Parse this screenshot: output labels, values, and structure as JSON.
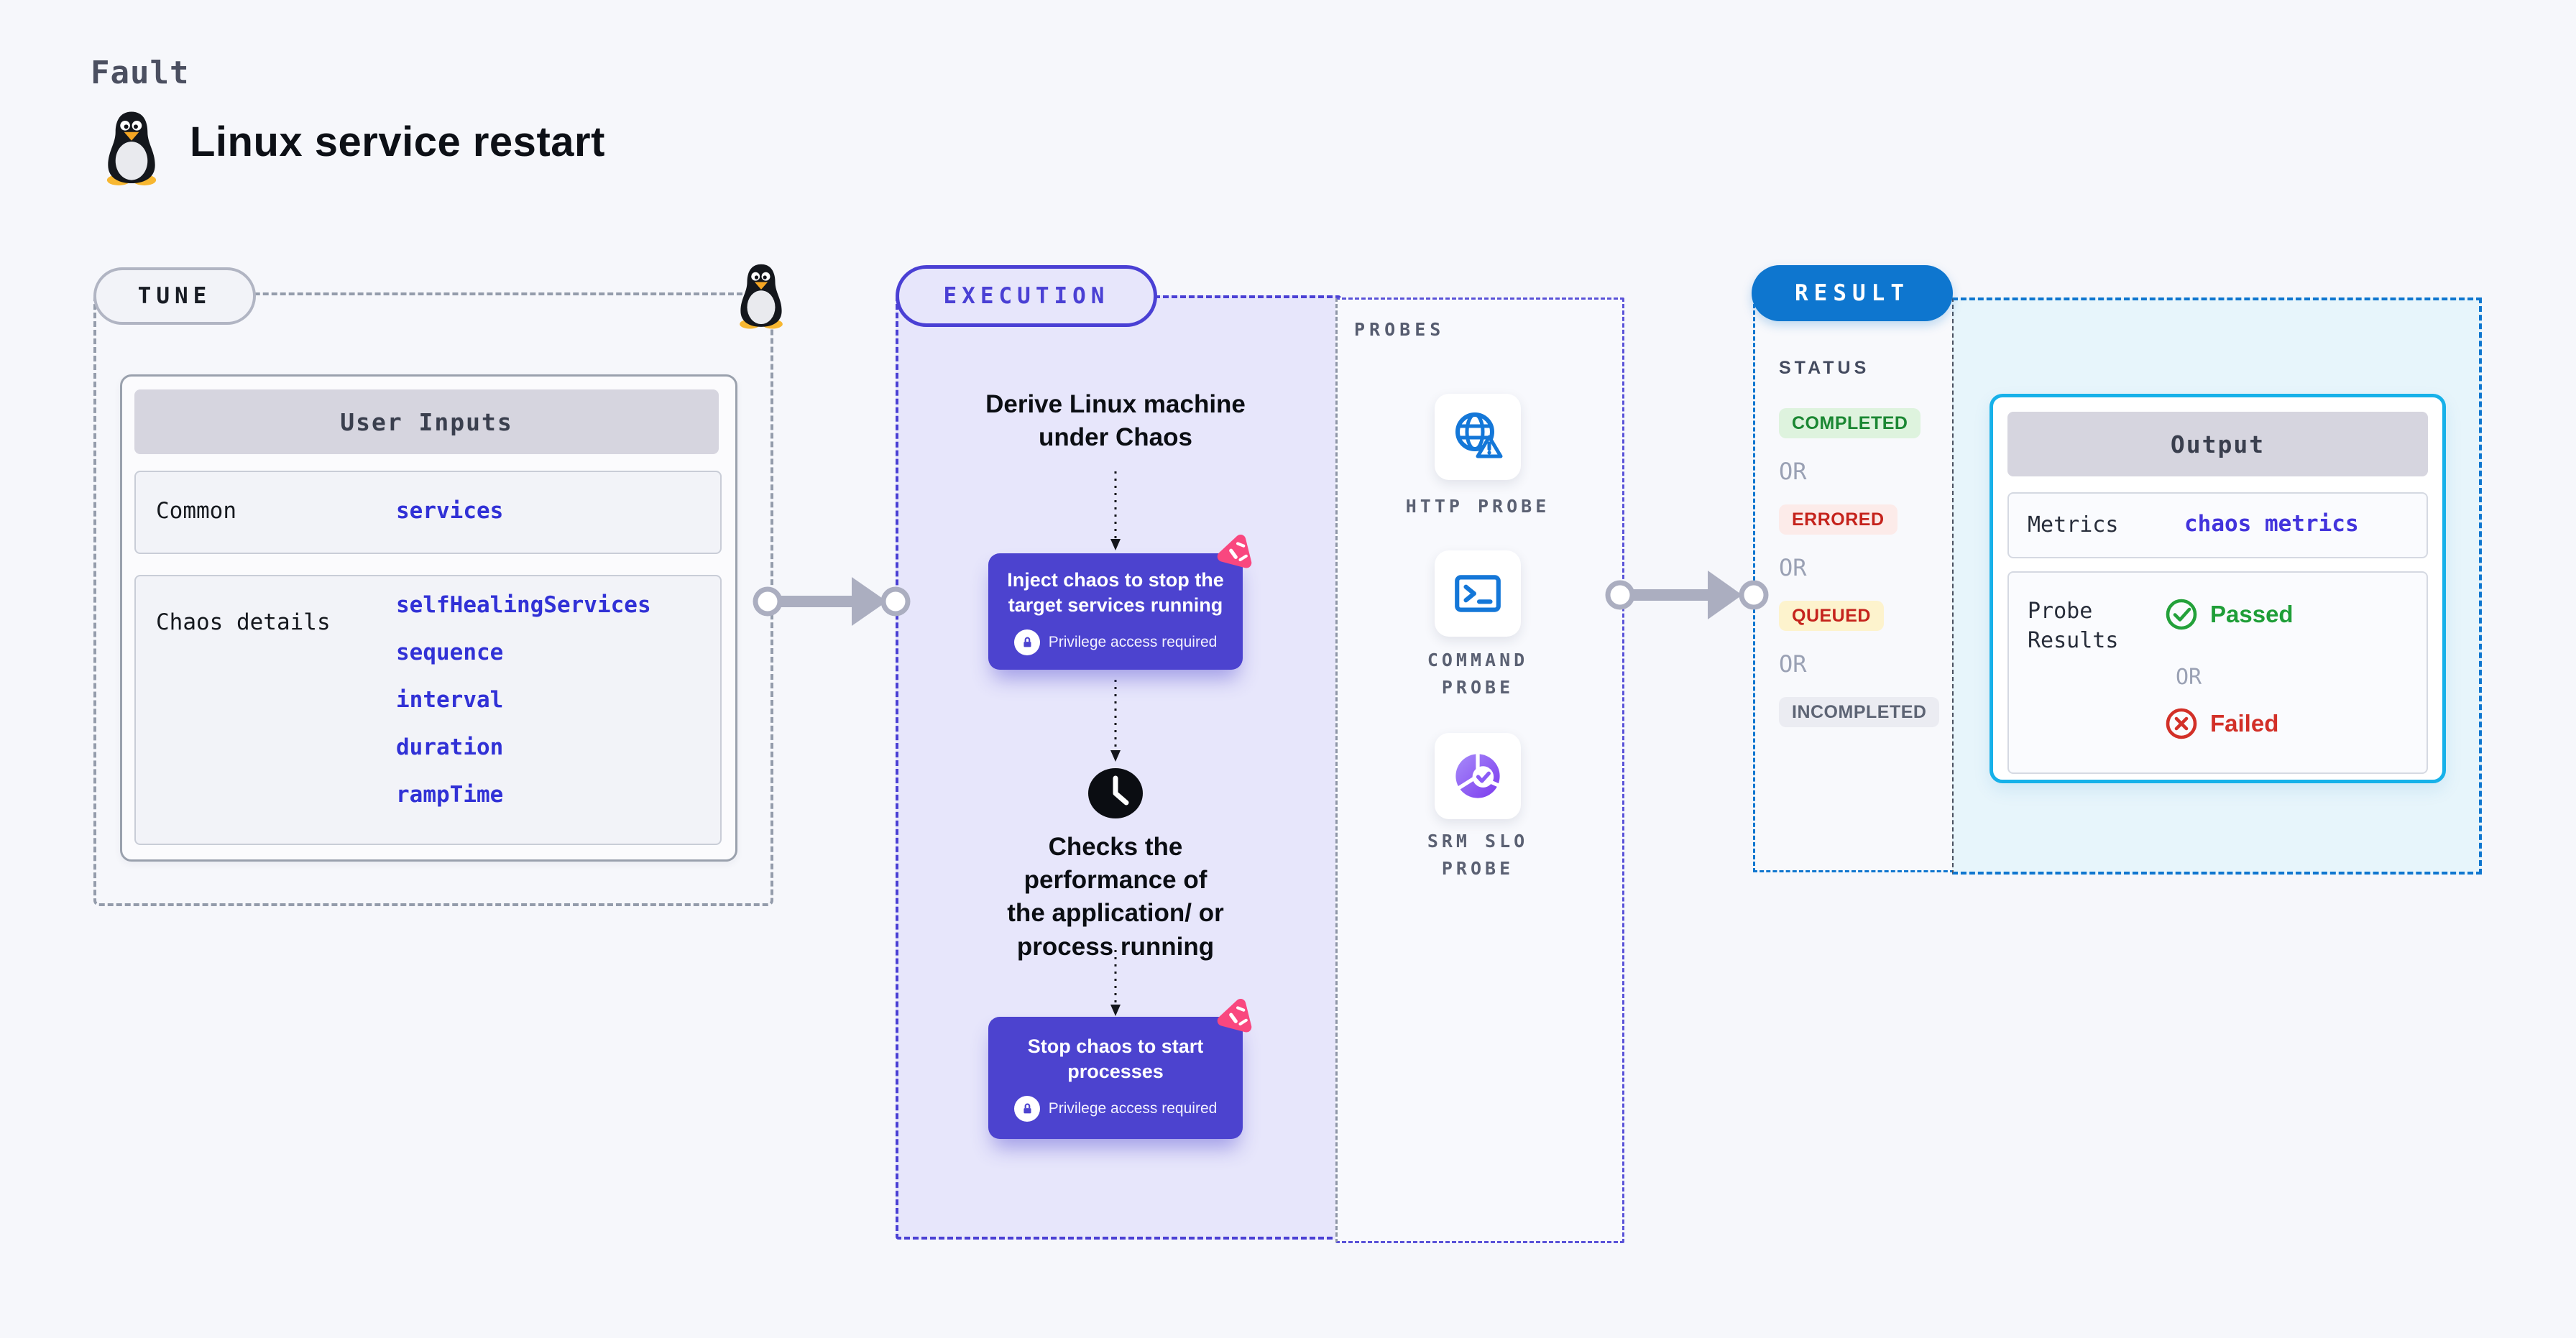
{
  "header": {
    "kicker": "Fault",
    "title": "Linux service restart"
  },
  "tune": {
    "badge": "TUNE",
    "user_inputs": {
      "header": "User Inputs",
      "rows": [
        {
          "label": "Common",
          "values": [
            "services"
          ]
        },
        {
          "label": "Chaos details",
          "values": [
            "selfHealingServices",
            "sequence",
            "interval",
            "duration",
            "rampTime"
          ]
        }
      ]
    }
  },
  "execution": {
    "badge": "EXECUTION",
    "step_derive": "Derive Linux machine\nunder Chaos",
    "inject_card": {
      "title": "Inject chaos to stop the\ntarget services running",
      "note": "Privilege access required"
    },
    "step_checks": "Checks the\nperformance of\nthe application/ or\nprocess running",
    "stop_card": {
      "title": "Stop chaos to start\nprocesses",
      "note": "Privilege access required"
    }
  },
  "probes": {
    "label": "PROBES",
    "items": [
      {
        "icon": "globe-alert-icon",
        "label": "HTTP PROBE"
      },
      {
        "icon": "terminal-icon",
        "label": "COMMAND\nPROBE"
      },
      {
        "icon": "slo-donut-icon",
        "label": "SRM SLO\nPROBE"
      }
    ]
  },
  "result": {
    "badge": "RESULT",
    "status": {
      "label": "STATUS",
      "or": "OR",
      "badges": [
        {
          "text": "COMPLETED",
          "style": "completed"
        },
        {
          "text": "ERRORED",
          "style": "errored"
        },
        {
          "text": "QUEUED",
          "style": "queued"
        },
        {
          "text": "INCOMPLETED",
          "style": "incompleted"
        }
      ]
    },
    "output": {
      "header": "Output",
      "metrics_label": "Metrics",
      "metrics_value": "chaos metrics",
      "probe_results_label": "Probe\nResults",
      "passed": "Passed",
      "or": "OR",
      "failed": "Failed"
    }
  },
  "colors": {
    "page_bg": "#f6f7fb",
    "indigo": "#4a40d4",
    "lavender_bg": "#e7e6fb",
    "purple_card": "#4c43cf",
    "pink_accent": "#f9477f",
    "result_blue": "#0e76cf",
    "output_border": "#17b1e9",
    "cyan_bg": "#e7f5fb",
    "value_blue": "#3131d6",
    "green_status": "#1b8733",
    "red_status": "#c5231c",
    "passed_green": "#1f9e38",
    "failed_red": "#d23028",
    "arrow_gray": "#abaec0",
    "probe_icon_blue": "#1477d8",
    "slo_purple": "#8b5cf6"
  }
}
